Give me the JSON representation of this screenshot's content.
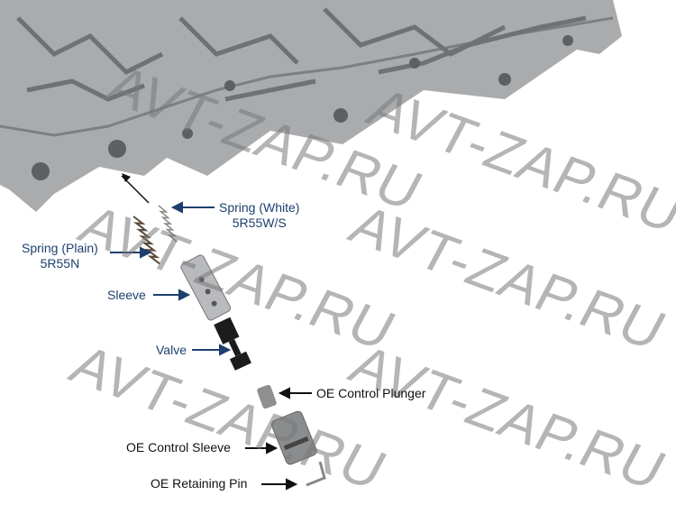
{
  "labels": {
    "spring_white": "Spring (White)",
    "spring_white_part": "5R55W/S",
    "spring_plain": "Spring (Plain)",
    "spring_plain_part": "5R55N",
    "sleeve": "Sleeve",
    "valve": "Valve",
    "oe_control_plunger": "OE Control Plunger",
    "oe_control_sleeve": "OE Control Sleeve",
    "oe_retaining_pin": "OE Retaining Pin"
  },
  "watermark": "AVT-ZAP.RU",
  "colors": {
    "label_blue": "#1d3f6e",
    "body_gray": "#a7a9ab"
  }
}
